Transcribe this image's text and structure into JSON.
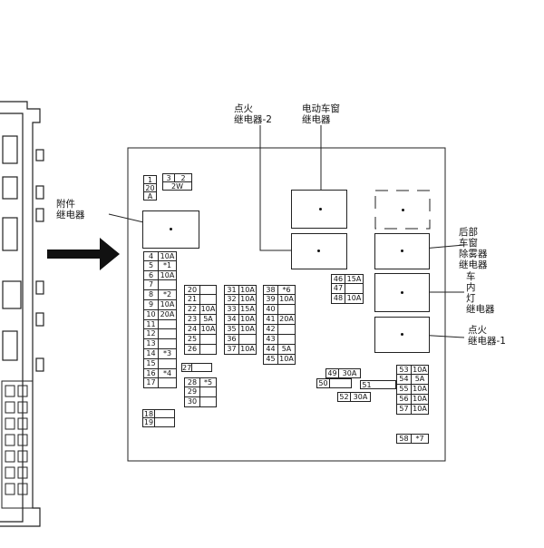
{
  "callouts": {
    "accessory_relay": "附件\n继电器",
    "ignition_relay_2": "点火\n继电器-2",
    "power_window_relay": "电动车窗\n继电器",
    "rear_defogger_relay": "后部\n车窗\n除雾器\n继电器",
    "interior_light_relay": "车\n内\n灯\n继电器",
    "ignition_relay_1": "点火\n继电器-1"
  },
  "fuse_rows": [
    {
      "num": "1",
      "val": ""
    },
    {
      "num": "20",
      "val": ""
    },
    {
      "num": "A",
      "val": ""
    },
    {
      "num": "3",
      "val": ""
    },
    {
      "num": "2",
      "val": ""
    },
    {
      "num": "2W",
      "val": ""
    }
  ],
  "fuses": {
    "c1": [
      [
        "4",
        "10A"
      ],
      [
        "5",
        "*1"
      ],
      [
        "6",
        "10A"
      ],
      [
        "7",
        ""
      ],
      [
        "8",
        "*2"
      ],
      [
        "9",
        "10A"
      ],
      [
        "10",
        "20A"
      ],
      [
        "11",
        ""
      ],
      [
        "12",
        ""
      ],
      [
        "13",
        ""
      ],
      [
        "14",
        "*3"
      ],
      [
        "15",
        ""
      ],
      [
        "16",
        "*4"
      ],
      [
        "17",
        ""
      ]
    ],
    "c2": [
      [
        "20",
        ""
      ],
      [
        "21",
        ""
      ],
      [
        "22",
        "10A"
      ],
      [
        "23",
        "5A"
      ],
      [
        "24",
        "10A"
      ],
      [
        "25",
        ""
      ],
      [
        "26",
        ""
      ]
    ],
    "c3": [
      [
        "31",
        "10A"
      ],
      [
        "32",
        "10A"
      ],
      [
        "33",
        "15A"
      ],
      [
        "34",
        "10A"
      ],
      [
        "35",
        "10A"
      ],
      [
        "36",
        ""
      ],
      [
        "37",
        "10A"
      ]
    ],
    "c4": [
      [
        "38",
        "*6"
      ],
      [
        "39",
        "10A"
      ],
      [
        "40",
        ""
      ],
      [
        "41",
        "20A"
      ],
      [
        "42",
        ""
      ],
      [
        "43",
        ""
      ],
      [
        "44",
        "5A"
      ],
      [
        "45",
        "10A"
      ]
    ],
    "c5": [
      [
        "46",
        "15A"
      ],
      [
        "47",
        ""
      ],
      [
        "48",
        "10A"
      ]
    ],
    "c6": [
      [
        "53",
        "10A"
      ],
      [
        "54",
        "5A"
      ],
      [
        "55",
        "10A"
      ],
      [
        "56",
        "10A"
      ],
      [
        "57",
        "10A"
      ]
    ],
    "misc": {
      "f27": "27",
      "f28": "28",
      "f28v": "*5",
      "f29": "29",
      "f30": "30",
      "f18": "18",
      "f19": "19",
      "f49": "49",
      "f49v": "30A",
      "f50": "50",
      "f51": "51",
      "f52": "52",
      "f52v": "30A",
      "f58": "58",
      "f58v": "*7"
    }
  }
}
